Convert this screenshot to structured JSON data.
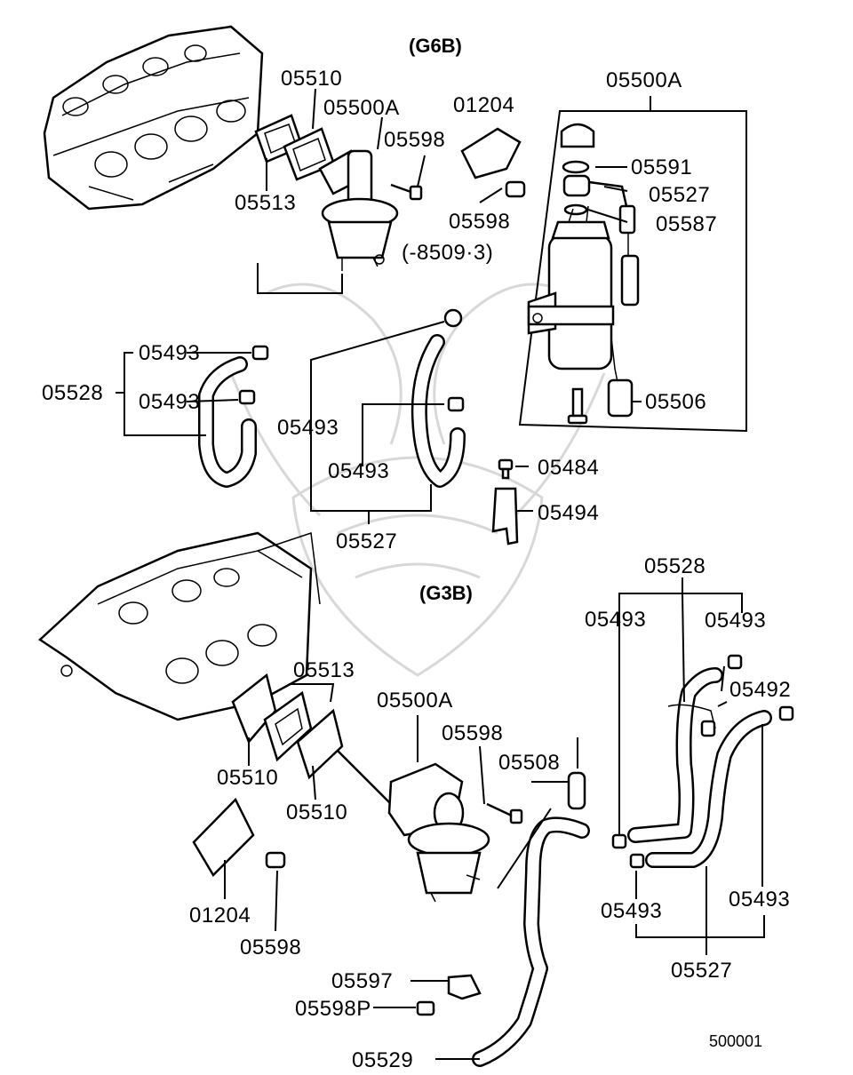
{
  "sections": {
    "g6b_title": "(G6B)",
    "g3b_title": "(G3B)"
  },
  "labels": {
    "g6b_05510": "05510",
    "g6b_05500a": "05500A",
    "g6b_05513": "05513",
    "g6b_05598_bolt": "05598",
    "g6b_01204": "01204",
    "g6b_05598_plug": "05598",
    "g6b_range": "(-8509·3)",
    "box_05500a": "05500A",
    "box_05591": "05591",
    "box_05527": "05527",
    "box_05587": "05587",
    "box_05506": "05506",
    "g6b_05493_a": "05493",
    "g6b_05528": "05528",
    "g6b_05493_b": "05493",
    "g6b_05493_c": "05493",
    "g6b_05493_d": "05493",
    "g6b_05527": "05527",
    "mid_05484": "05484",
    "mid_05494": "05494",
    "g3b_05528": "05528",
    "g3b_05493_a": "05493",
    "g3b_05493_b": "05493",
    "g3b_05492": "05492",
    "g3b_05513": "05513",
    "g3b_05500a": "05500A",
    "g3b_05598_bolt": "05598",
    "g3b_05508": "05508",
    "g3b_05510_a": "05510",
    "g3b_05510_b": "05510",
    "g3b_01204": "01204",
    "g3b_05598_plug": "05598",
    "g3b_05493_c": "05493",
    "g3b_05493_d": "05493",
    "g3b_05527": "05527",
    "g3b_05597": "05597",
    "g3b_05598p": "05598P",
    "g3b_05529": "05529",
    "ref_code": "500001"
  }
}
